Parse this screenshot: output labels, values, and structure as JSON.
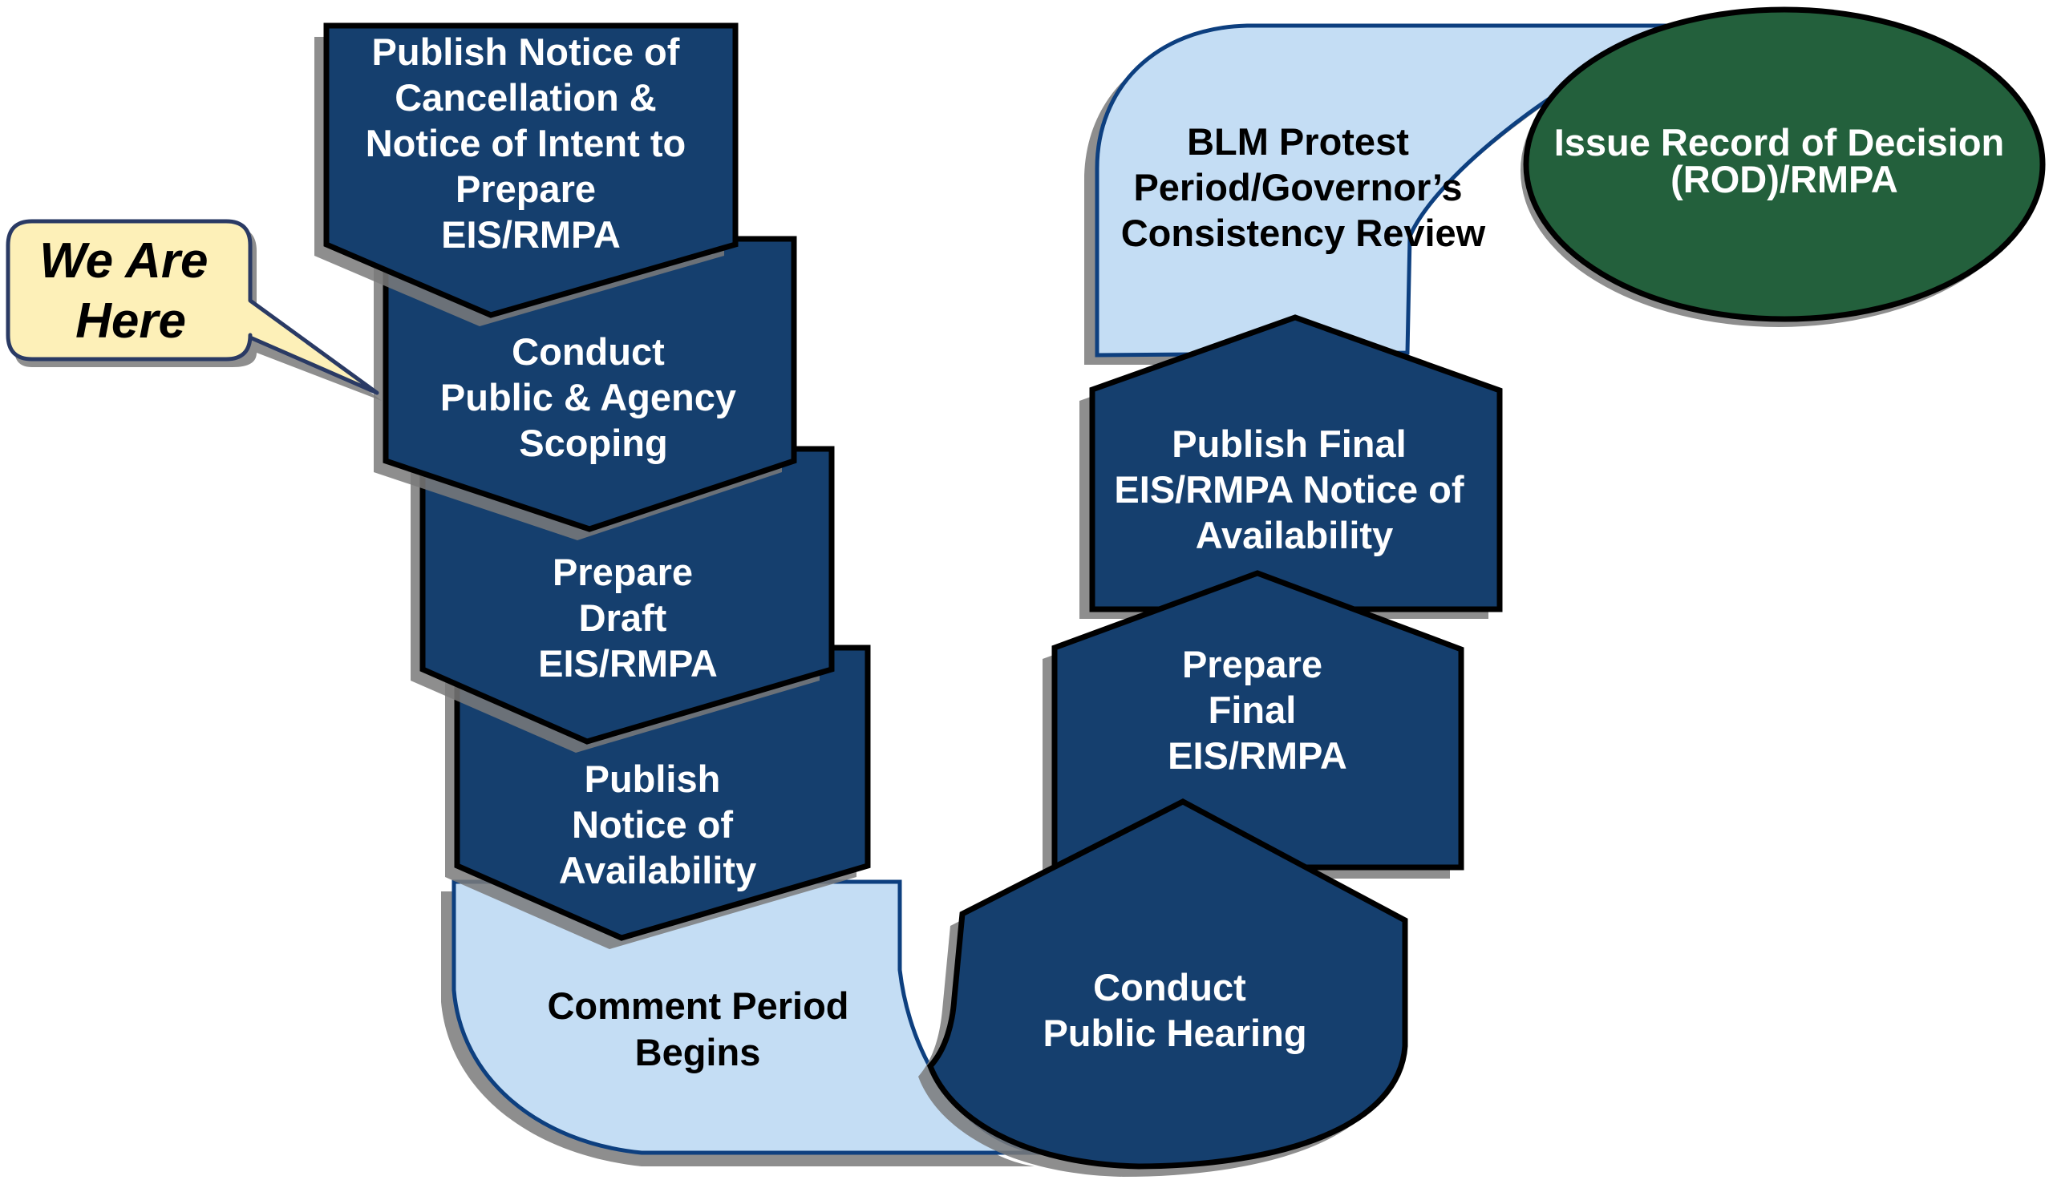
{
  "diagram": {
    "title": "EIS/RMPA Planning Process",
    "colors": {
      "step_dark": "#153f6e",
      "step_light": "#c4ddf4",
      "final_step": "#23603c",
      "callout": "#fdf0b8"
    },
    "callout": {
      "lines": [
        "We Are",
        "Here"
      ],
      "points_to": "step-2"
    },
    "steps": [
      {
        "id": "step-1",
        "lines": [
          "Publish Notice of",
          "Cancellation &",
          "Notice of Intent to",
          "Prepare",
          "EIS/RMPA"
        ]
      },
      {
        "id": "step-2",
        "lines": [
          "Conduct",
          "Public & Agency",
          "Scoping"
        ]
      },
      {
        "id": "step-3",
        "lines": [
          "Prepare",
          "Draft",
          "EIS/RMPA"
        ]
      },
      {
        "id": "step-4",
        "lines": [
          "Publish",
          "Notice of",
          "Availability"
        ]
      },
      {
        "id": "step-5",
        "lines": [
          "Comment Period",
          "Begins"
        ]
      },
      {
        "id": "step-6",
        "lines": [
          "Conduct",
          "Public Hearing"
        ]
      },
      {
        "id": "step-7",
        "lines": [
          "Prepare",
          "Final",
          "EIS/RMPA"
        ]
      },
      {
        "id": "step-8",
        "lines": [
          "Publish Final",
          "EIS/RMPA Notice of",
          "Availability"
        ]
      },
      {
        "id": "step-9",
        "lines": [
          "BLM Protest",
          "Period/Governor’s",
          "Consistency Review"
        ]
      },
      {
        "id": "step-10",
        "lines": [
          "Issue Record of Decision",
          "(ROD)/RMPA"
        ]
      }
    ]
  }
}
